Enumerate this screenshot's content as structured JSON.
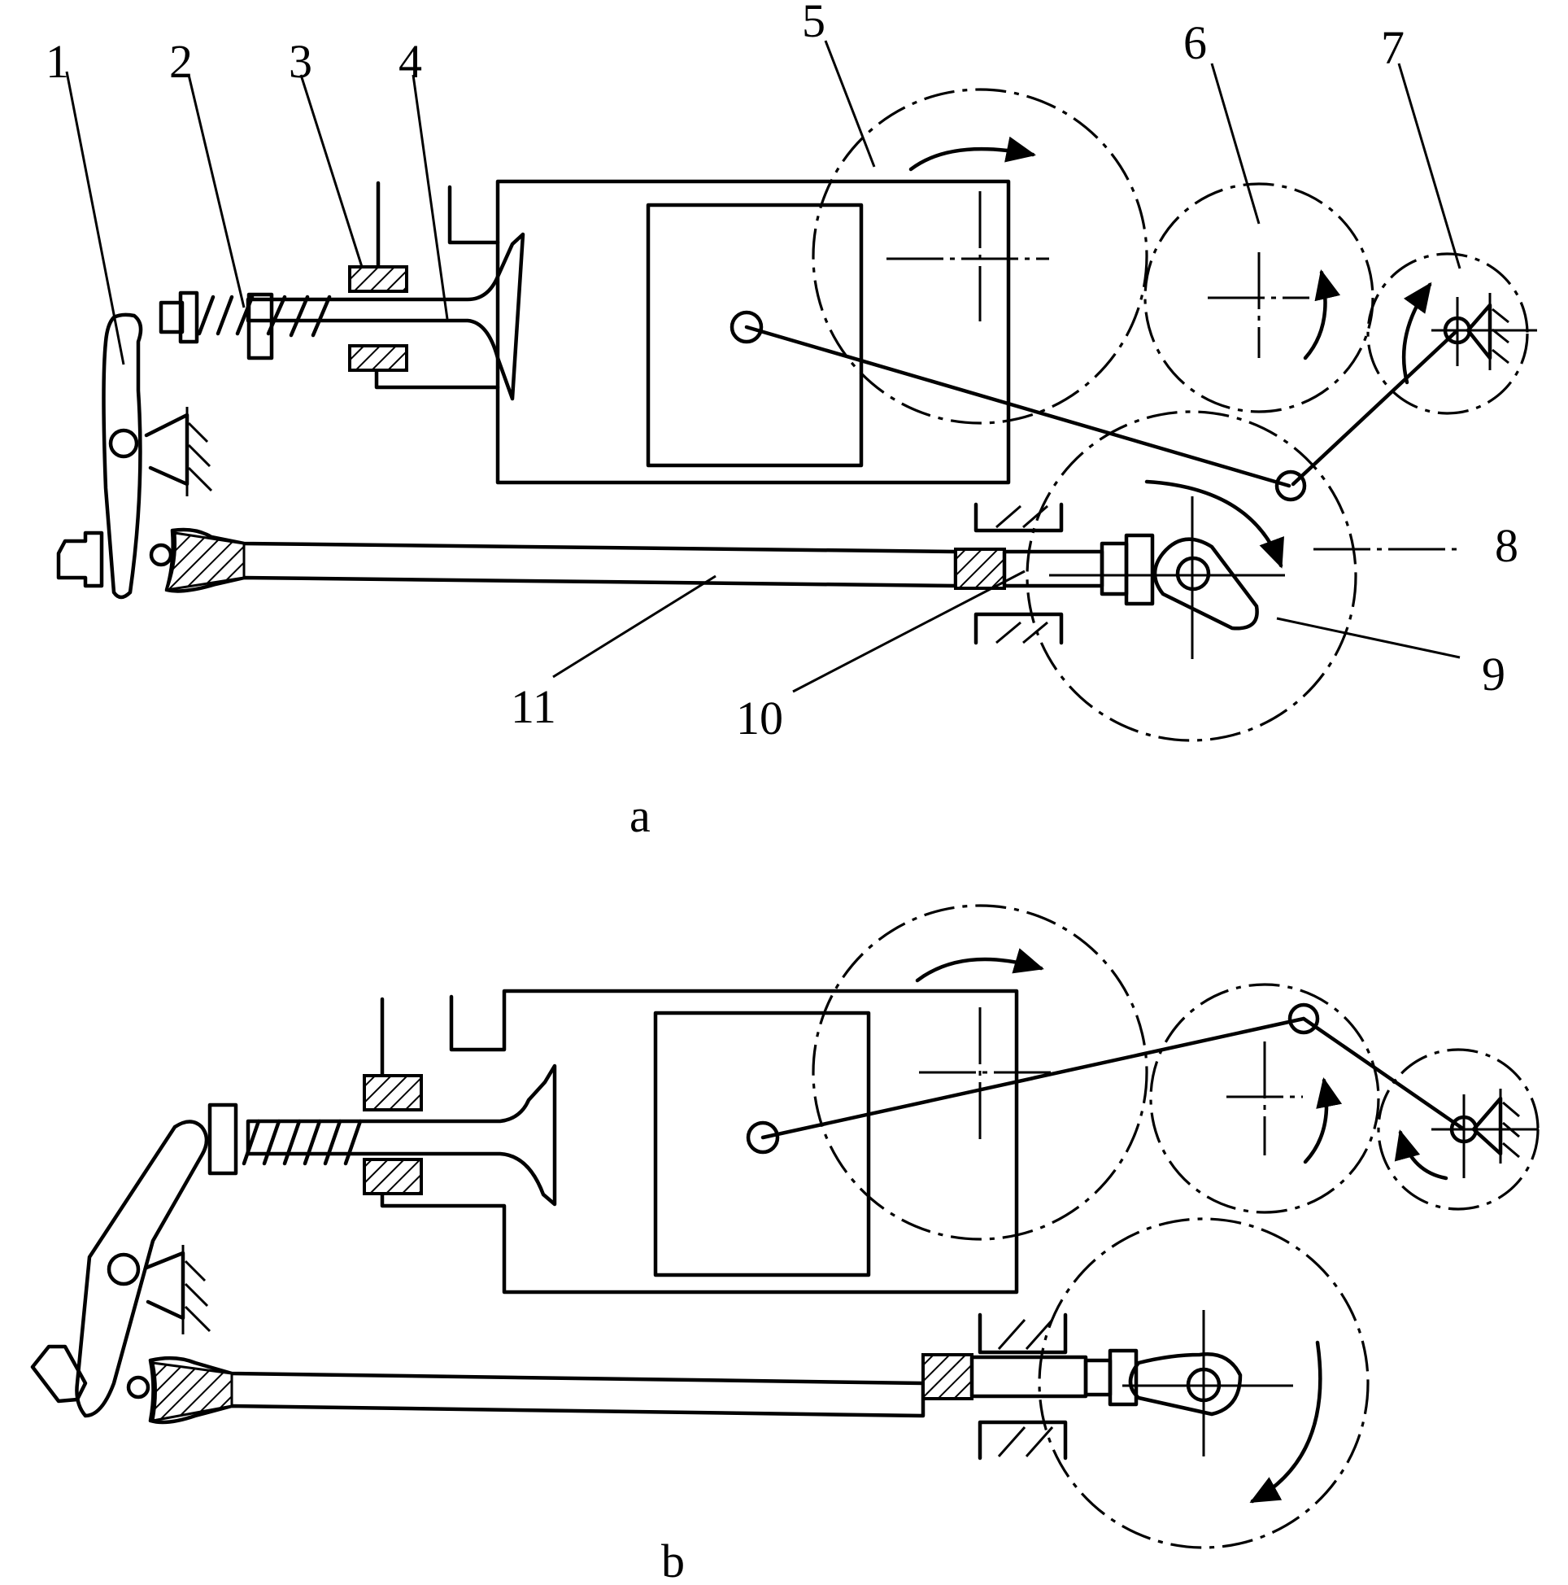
{
  "labels": {
    "l1": "1",
    "l2": "2",
    "l3": "3",
    "l4": "4",
    "l5": "5",
    "l6": "6",
    "l7": "7",
    "l8": "8",
    "l9": "9",
    "l10": "10",
    "l11": "11"
  },
  "captions": {
    "a": "a",
    "b": "b"
  }
}
